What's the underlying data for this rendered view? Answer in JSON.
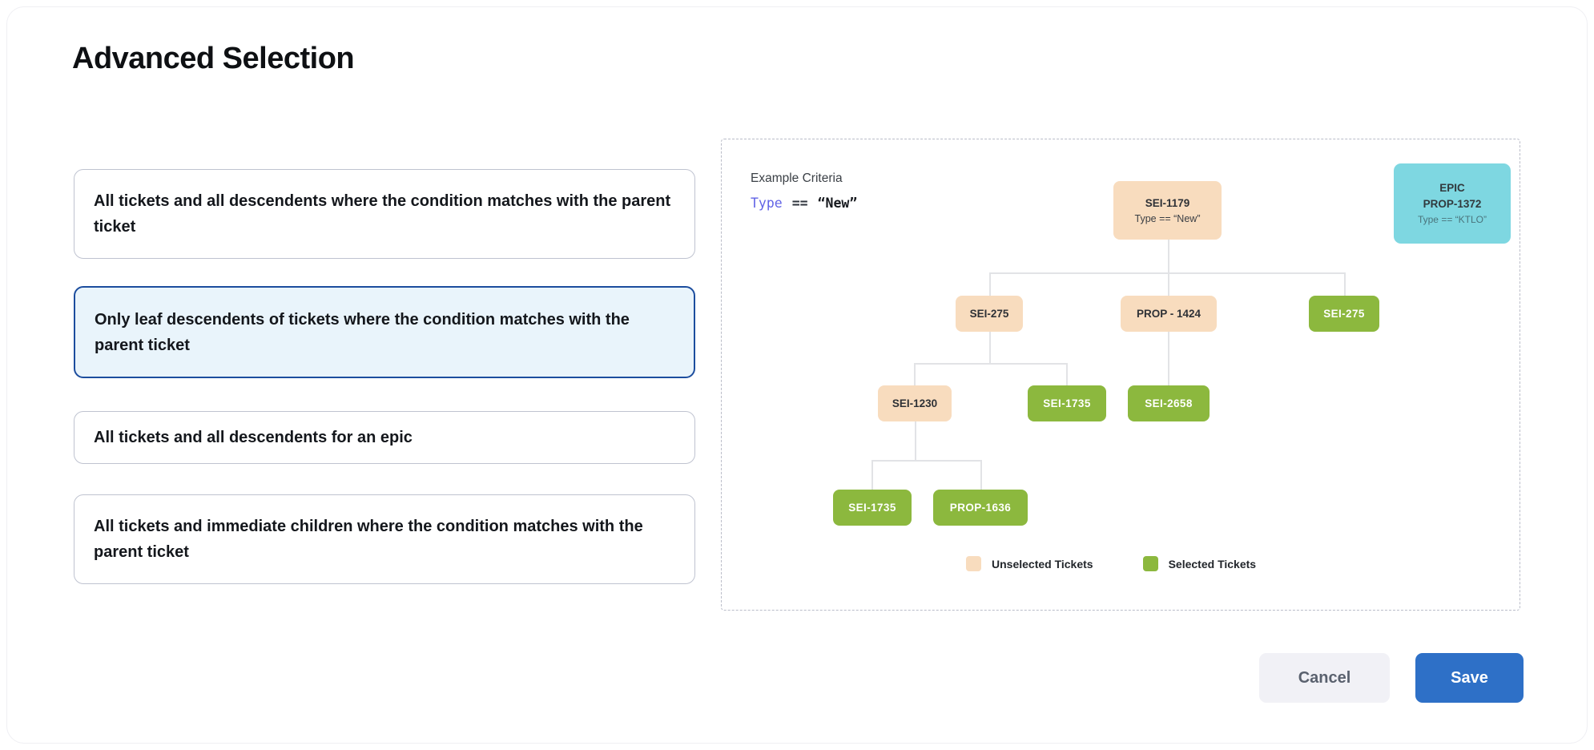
{
  "title": "Advanced Selection",
  "options": [
    {
      "label": "All tickets and all descendents where the condition matches with the parent ticket",
      "selected": false
    },
    {
      "label": "Only leaf descendents of tickets where the condition matches with the parent ticket",
      "selected": true
    },
    {
      "label": "All tickets and all descendents for an epic",
      "selected": false
    },
    {
      "label": "All tickets and immediate children where the condition matches with the parent ticket",
      "selected": false
    }
  ],
  "example": {
    "heading": "Example Criteria",
    "criteria": {
      "field": "Type",
      "operator": "==",
      "value": "“New”"
    },
    "epic_card": {
      "type_label": "EPIC",
      "id": "PROP-1372",
      "criteria": "Type == “KTLO”"
    },
    "tree": {
      "nodes": [
        {
          "label": "SEI-1179",
          "subtitle": "Type == “New”",
          "state": "unselected",
          "parent": null
        },
        {
          "label": "SEI-275",
          "state": "unselected",
          "parent": "SEI-1179"
        },
        {
          "label": "PROP - 1424",
          "state": "unselected",
          "parent": "SEI-1179"
        },
        {
          "label": "SEI-275",
          "state": "selected",
          "parent": "SEI-1179"
        },
        {
          "label": "SEI-1230",
          "state": "unselected",
          "parent": "SEI-275"
        },
        {
          "label": "SEI-1735",
          "state": "selected",
          "parent": "SEI-275"
        },
        {
          "label": "SEI-2658",
          "state": "selected",
          "parent": "PROP - 1424"
        },
        {
          "label": "SEI-1735",
          "state": "selected",
          "parent": "SEI-1230"
        },
        {
          "label": "PROP-1636",
          "state": "selected",
          "parent": "SEI-1230"
        }
      ]
    },
    "legend": [
      {
        "label": "Unselected Tickets",
        "color": "#f8dcbe"
      },
      {
        "label": "Selected Tickets",
        "color": "#8cb83e"
      }
    ]
  },
  "footer": {
    "cancel_label": "Cancel",
    "save_label": "Save"
  },
  "colors": {
    "unselected_ticket": "#f8dcbe",
    "selected_ticket": "#8cb83e",
    "epic_card": "#7ed7e1",
    "selected_option_border": "#1c4d9e",
    "selected_option_bg": "#e9f4fb",
    "save_button": "#2e70c7",
    "criteria_field": "#6163e6"
  }
}
